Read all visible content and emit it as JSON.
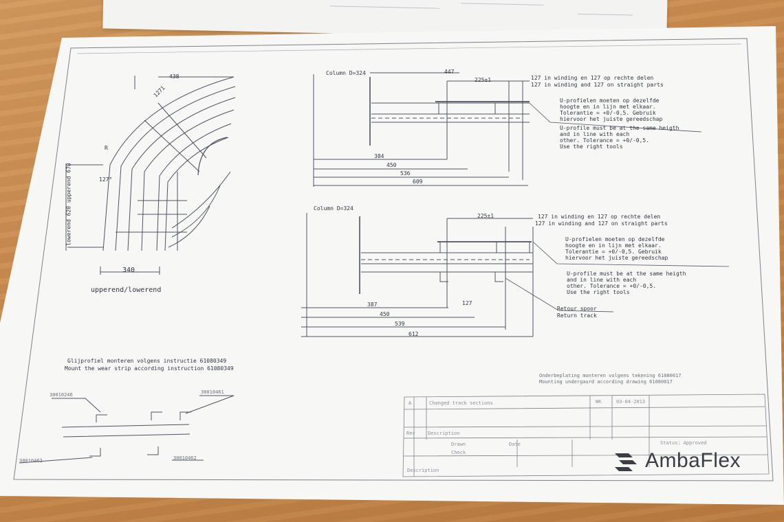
{
  "drawing": {
    "top_view": {
      "dim_top": "438",
      "dim_diag": "1271",
      "dim_r": "R",
      "dim_side": "lowerend 620 upperend 670",
      "dim_127": "127°",
      "dim_bottom": "340",
      "caption": "upperend/lowerend"
    },
    "section_upper": {
      "column": "Column D=324",
      "dim_447": "447",
      "dim_225": "225±1",
      "tol_nl": "127 in winding en 127 op rechte delen",
      "tol_en": "127 in winding and 127 on straight parts",
      "note_nl": [
        "U-profielen moeten op dezelfde",
        "hoogte en in lijn met elkaar.",
        "Tolerantie = +0/-0,5. Gebruik",
        "hiervoor het juiste gereedschap"
      ],
      "note_en": [
        "U-profile must be at the same heigth",
        "and in line with each",
        "other. Tolerance = +0/-0,5.",
        "Use the right tools"
      ],
      "dims": [
        "384",
        "450",
        "536",
        "609"
      ]
    },
    "section_lower": {
      "column": "Column D=324",
      "dim_225": "225±1",
      "tol_nl": "127 in winding en 127 op rechte delen",
      "tol_en": "127 in winding and 127 on straight parts",
      "note_nl": [
        "U-profielen moeten op dezelfde",
        "hoogte en in lijn met elkaar.",
        "Tolerantie = +0/-0,5. Gebruik",
        "hiervoor het juiste gereedschap"
      ],
      "note_en": [
        "U-profile must be at the same heigth",
        "and in line with each",
        "other. Tolerance = +0/-0,5.",
        "Use the right tools"
      ],
      "dim_127": "127",
      "return_nl": "Retour spoor",
      "return_en": "Return track",
      "dims": [
        "387",
        "450",
        "539",
        "612"
      ]
    },
    "wear_strip": {
      "nl": "Glijprofiel monteren volgens instructie 61080349",
      "en": "Mount the wear strip according instruction 61080349",
      "parts": [
        "30010246",
        "30010461",
        "30010462",
        "30010462"
      ]
    },
    "undercarriage": {
      "nl": "Onderbeplating monteren volgens tekening 61080017",
      "en": "Mounting undergaurd according drawing 61080017"
    },
    "title_block": {
      "rev_letter": "A",
      "rev_desc": "Changed track sections",
      "rev_by": "WK",
      "rev_date": "03-04-2013",
      "rev": "Rev",
      "description": "Description",
      "drawn": "Drawn",
      "date": "Date",
      "check": "Check",
      "description2": "Description",
      "status": "Status: Approved"
    },
    "brand": "AmbaFlex"
  }
}
